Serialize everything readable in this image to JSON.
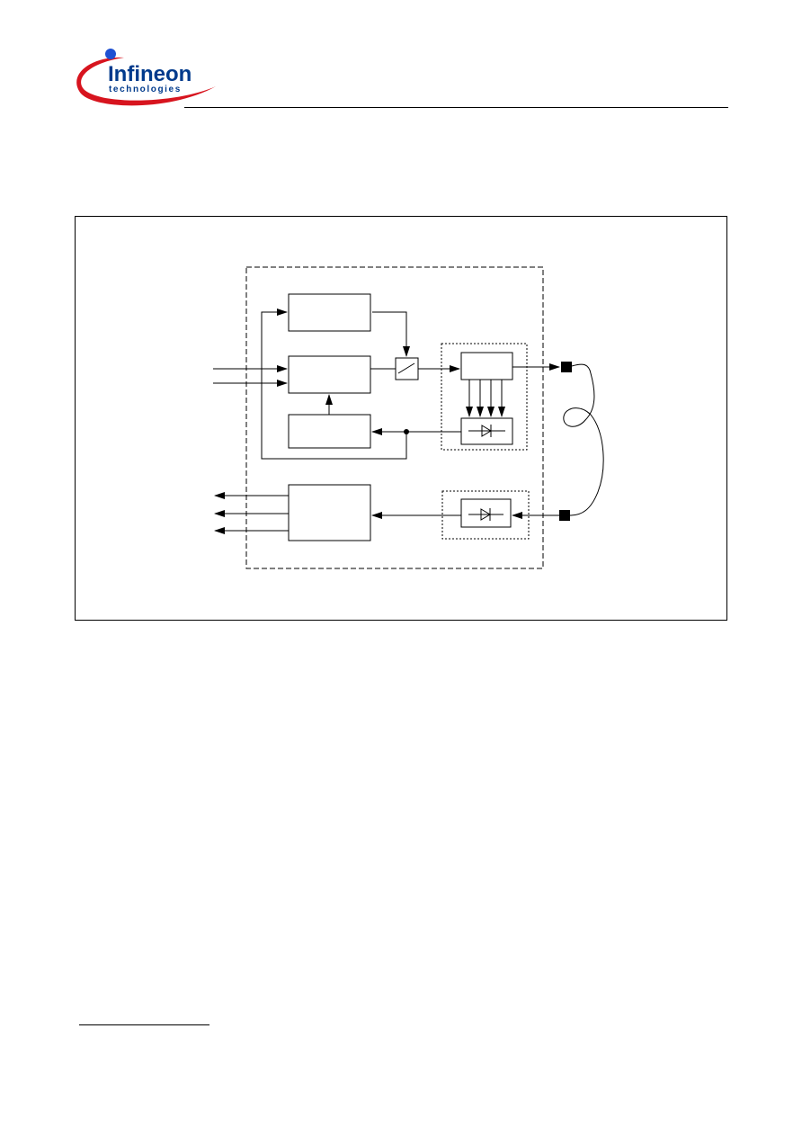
{
  "header": {
    "logo": {
      "brand": "Infineon",
      "tagline": "technologies",
      "colors": {
        "swoosh": "#d7141e",
        "text": "#003a8c",
        "dot": "#1e50d2"
      }
    }
  },
  "figure": {
    "blocks": [
      {
        "id": "block-top",
        "label": ""
      },
      {
        "id": "block-middle",
        "label": ""
      },
      {
        "id": "block-lower",
        "label": ""
      },
      {
        "id": "block-receiver",
        "label": ""
      },
      {
        "id": "emitter",
        "label": ""
      }
    ],
    "icons": [
      "switch-icon",
      "diode-icon",
      "fiber-connector-icon",
      "optical-fiber-icon"
    ]
  }
}
